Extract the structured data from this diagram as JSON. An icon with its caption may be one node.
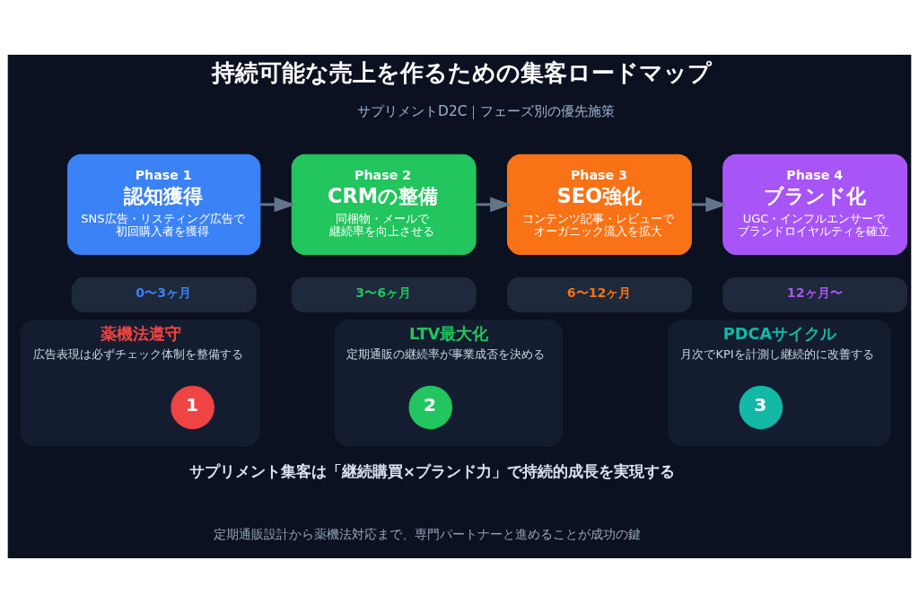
{
  "diagram": {
    "title": "持続可能な売上を作るための集客ロードマップ",
    "nodes": [
      {
        "text": [
          "Phase 1",
          "認知獲得",
          "SNS広告・リスティング広告で初回購入者を獲得"
        ]
      },
      {
        "text": [
          "Phase 2",
          "CRMの整備",
          "同梱物・メールで継続率を向上させる"
        ]
      },
      {
        "text": [
          "Phase 3",
          "SEO強化",
          "コンテンツ記事・レビューでオーガニック流入を拡大"
        ]
      },
      {
        "text": [
          "Phase 4",
          "ブランド化",
          "UGC・インフルエンサーでブランドロイヤルティを確立"
        ]
      },
      {
        "text": [
          "0〜3ヶ月"
        ]
      },
      {
        "text": [
          "3〜6ヶ月"
        ]
      },
      {
        "text": [
          "6〜12ヶ月"
        ]
      },
      {
        "text": [
          "12ヶ月〜"
        ]
      },
      {
        "text": [
          "薬機法遵守",
          "広告表現は必ずチェック体制を整備する"
        ]
      },
      {
        "text": [
          "1"
        ],
        "in": 8
      },
      {
        "text": [
          "LTV最大化",
          "定期通販の継続率が事業成否を決める"
        ]
      },
      {
        "text": [
          "2"
        ],
        "in": 10
      },
      {
        "text": [
          "PDCAサイクル",
          "月次でKPIを計測し継続的に改善する"
        ]
      },
      {
        "text": [
          "3"
        ],
        "in": 12
      }
    ],
    "edges": [
      {
        "from": 0,
        "to": 1,
        "arrow": "to"
      },
      {
        "from": 1,
        "to": 2,
        "arrow": "to"
      },
      {
        "from": 2,
        "to": 3,
        "arrow": "to"
      }
    ],
    "labels": [
      "サプリメントD2C｜フェーズ別の優先施策",
      "サプリメント集客は「継続購買×ブランド力」で持続的成長を実現する",
      "定期通販設計から薬機法対応まで、専門パートナーと進めることが成功の鍵"
    ]
  }
}
